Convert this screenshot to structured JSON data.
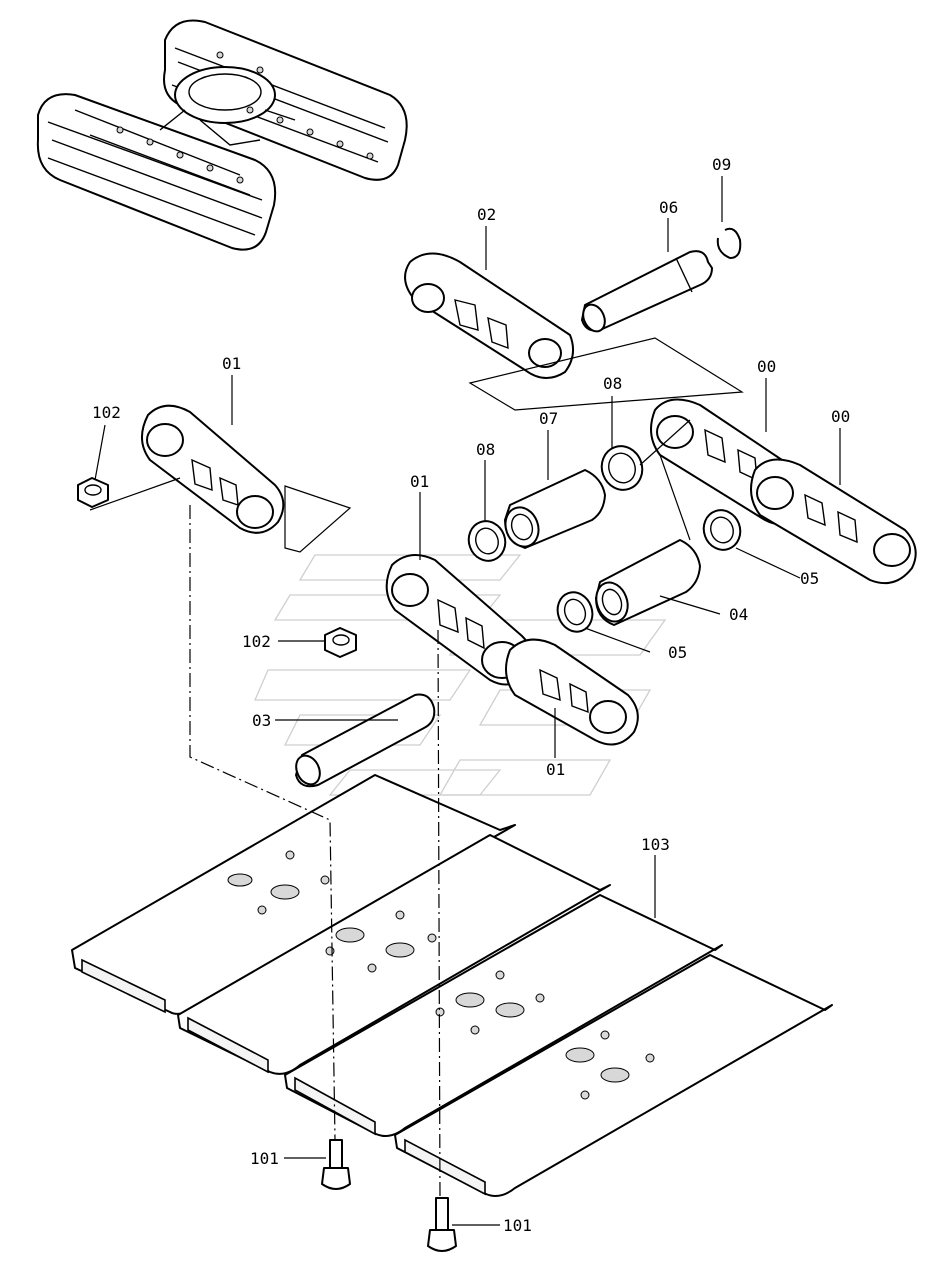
{
  "callouts": [
    {
      "id": "c-09",
      "text": "09"
    },
    {
      "id": "c-06",
      "text": "06"
    },
    {
      "id": "c-02",
      "text": "02"
    },
    {
      "id": "c-01-top",
      "text": "01"
    },
    {
      "id": "c-102-top",
      "text": "102"
    },
    {
      "id": "c-00-a",
      "text": "00"
    },
    {
      "id": "c-00-b",
      "text": "00"
    },
    {
      "id": "c-08-right",
      "text": "08"
    },
    {
      "id": "c-07",
      "text": "07"
    },
    {
      "id": "c-08-left",
      "text": "08"
    },
    {
      "id": "c-01-mid",
      "text": "01"
    },
    {
      "id": "c-05-right",
      "text": "05"
    },
    {
      "id": "c-04",
      "text": "04"
    },
    {
      "id": "c-05-mid",
      "text": "05"
    },
    {
      "id": "c-102-mid",
      "text": "102"
    },
    {
      "id": "c-03",
      "text": "03"
    },
    {
      "id": "c-01-low",
      "text": "01"
    },
    {
      "id": "c-103",
      "text": "103"
    },
    {
      "id": "c-101-left",
      "text": "101"
    },
    {
      "id": "c-101-right",
      "text": "101"
    }
  ]
}
